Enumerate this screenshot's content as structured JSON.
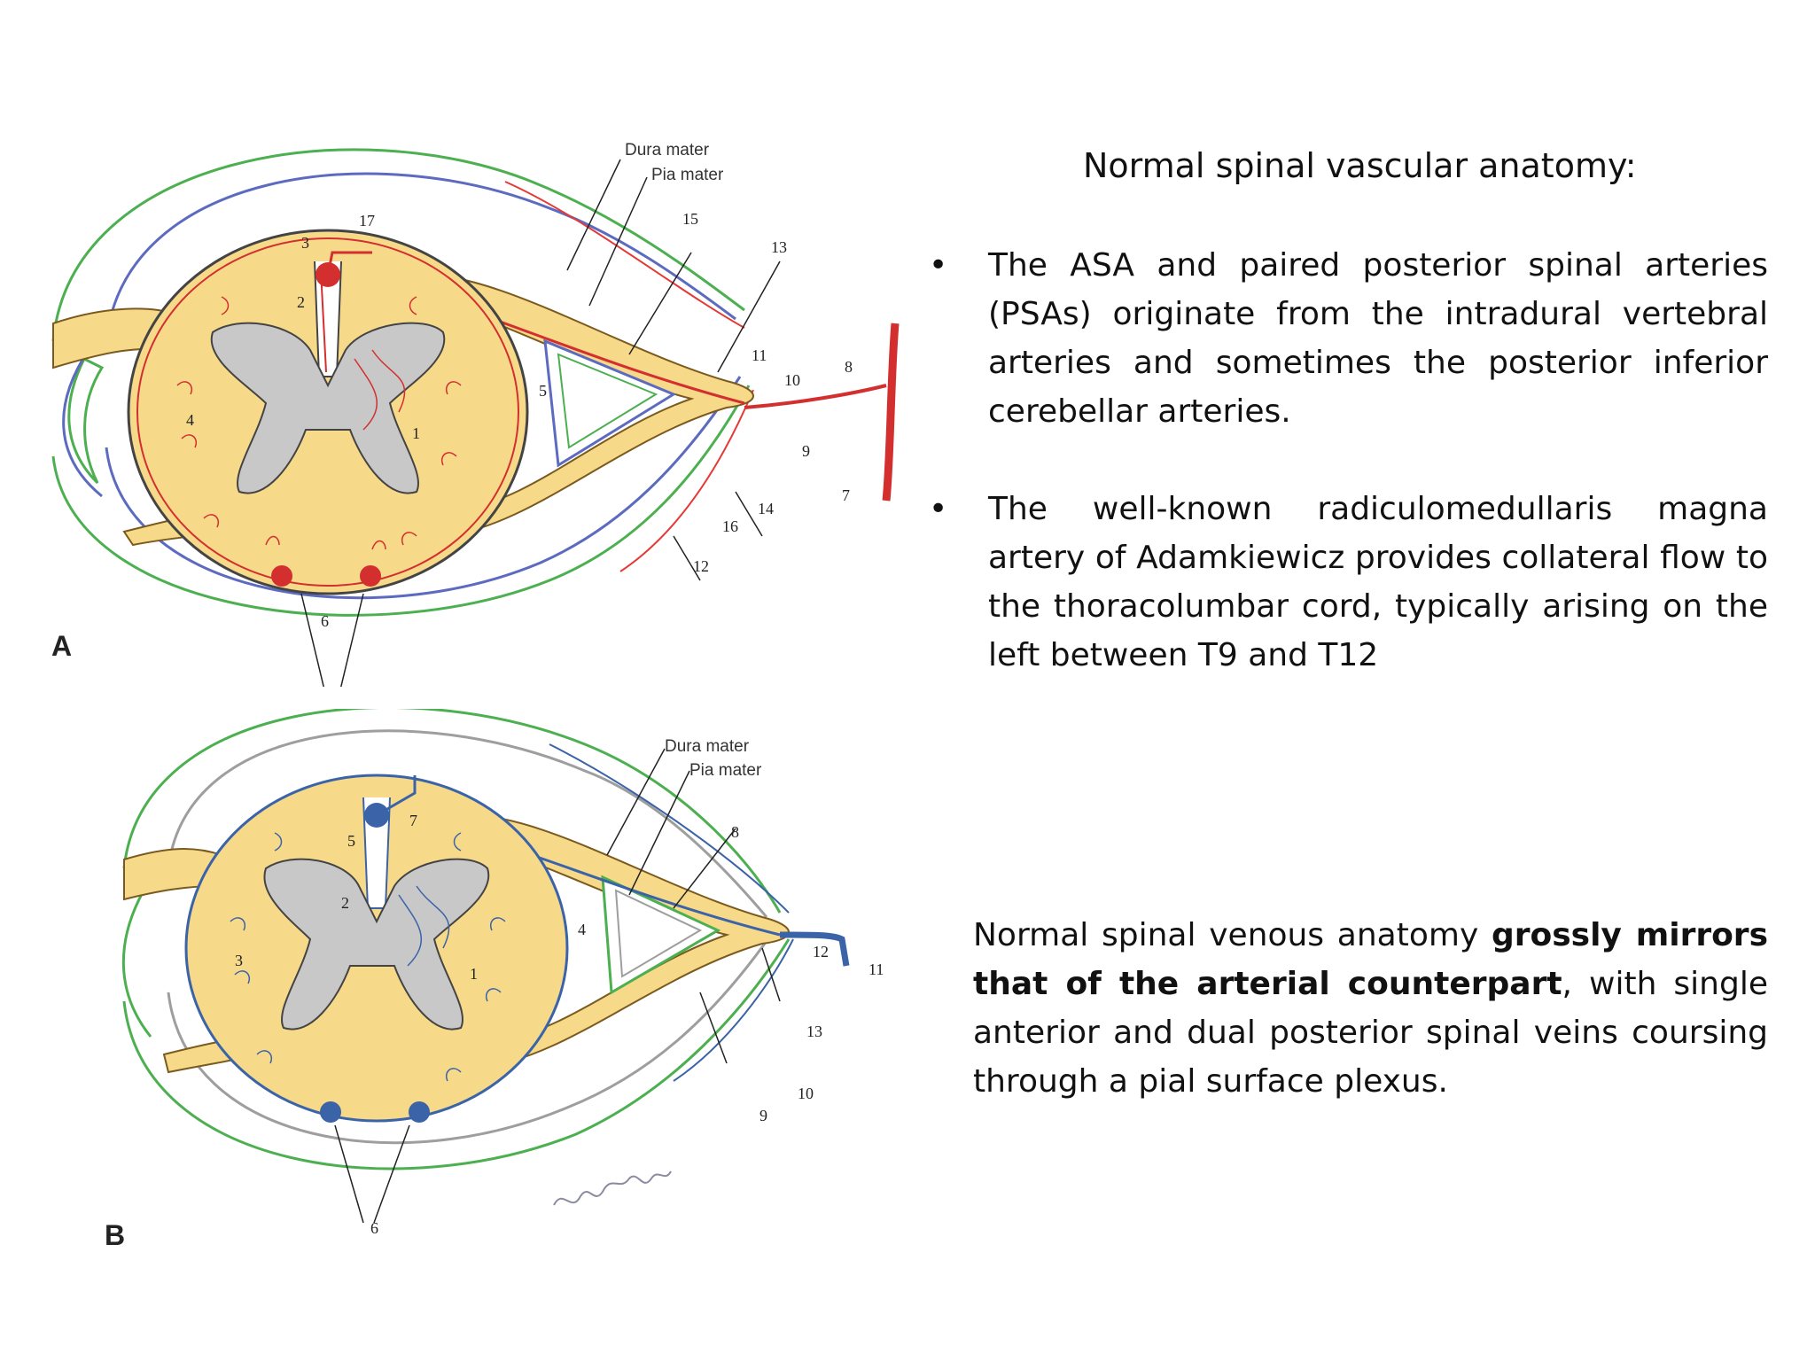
{
  "figure_a": {
    "panel_label": "A",
    "dura_label": "Dura mater",
    "pia_label": "Pia mater",
    "numbers": [
      "1",
      "2",
      "3",
      "4",
      "5",
      "6",
      "7",
      "8",
      "9",
      "10",
      "11",
      "12",
      "13",
      "14",
      "15",
      "16",
      "17"
    ],
    "accent_color": "#d32f2f"
  },
  "figure_b": {
    "panel_label": "B",
    "dura_label": "Dura mater",
    "pia_label": "Pia mater",
    "numbers": [
      "1",
      "2",
      "3",
      "4",
      "5",
      "6",
      "7",
      "8",
      "9",
      "10",
      "11",
      "12",
      "13"
    ],
    "accent_color": "#3b63a8",
    "signature_icon": "artist-signature"
  },
  "arterial": {
    "title": "Normal spinal vascular anatomy:",
    "bullet_glyph": "•",
    "bullets": [
      "The ASA and paired posterior spinal arteries (PSAs) originate from the intradural vertebral arteries and sometimes the posterior inferior cerebellar arteries.",
      "The well-known radiculomedullaris magna artery of Adamkiewicz provides collateral flow to the thoracolumbar cord, typically arising on the left between T9 and T12"
    ]
  },
  "venous": {
    "intro": "Normal spinal venous anatomy ",
    "bold": "grossly mirrors that of the arterial counterpart",
    "rest": ", with single anterior and dual posterior spinal veins coursing through a pial surface plexus."
  }
}
